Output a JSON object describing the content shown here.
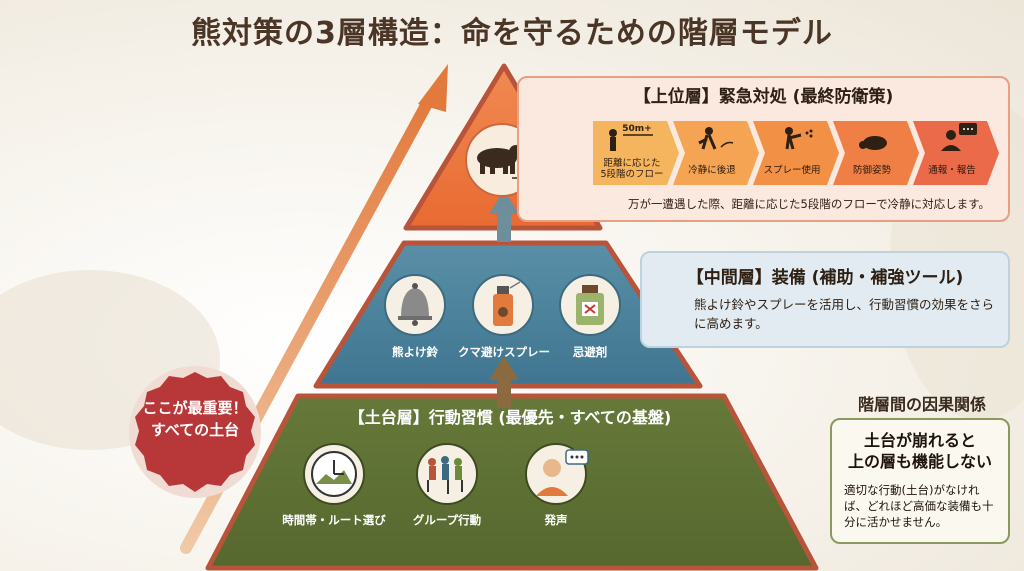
{
  "title": "熊対策の3層構造：命を守るための階層モデル",
  "top_tier": {
    "header": "【上位層】緊急対処 (最終防衛策)",
    "description": "万が一遭遇した際、距離に応じた5段階のフローで冷静に対応します。",
    "distance_label": "50m+",
    "steps": [
      {
        "label": "距離に応じた\n5段階のフロー",
        "icon": "person-distance-icon"
      },
      {
        "label": "冷静に後退",
        "icon": "walking-back-icon"
      },
      {
        "label": "スプレー使用",
        "icon": "spray-person-icon"
      },
      {
        "label": "防御姿勢",
        "icon": "crouch-icon"
      },
      {
        "label": "通報・報告",
        "icon": "report-speech-icon"
      }
    ]
  },
  "middle_tier": {
    "header": "【中間層】装備 (補助・補強ツール)",
    "description": "熊よけ鈴やスプレーを活用し、行動習慣の効果をさらに高めます。",
    "items": [
      {
        "label": "熊よけ鈴",
        "icon": "bell-icon"
      },
      {
        "label": "クマ避けスプレー",
        "icon": "spray-can-icon"
      },
      {
        "label": "忌避剤",
        "icon": "repellent-bottle-icon"
      }
    ]
  },
  "bottom_tier": {
    "header": "【土台層】行動習慣 (最優先・すべての基盤)",
    "items": [
      {
        "label": "時間帯・ルート選び",
        "icon": "clock-icon"
      },
      {
        "label": "グループ行動",
        "icon": "group-hikers-icon"
      },
      {
        "label": "発声",
        "icon": "speaking-person-icon"
      }
    ]
  },
  "seal": {
    "line1": "ここが最重要！",
    "line2": "すべての土台"
  },
  "causal": {
    "title": "階層間の因果関係",
    "main_line1": "土台が崩れると",
    "main_line2": "上の層も機能しない",
    "description": "適切な行動(土台)がなければ、どれほど高価な装備も十分に活かせません。"
  },
  "colors": {
    "top": "#ec7841",
    "middle": "#4a7f98",
    "bottom": "#5d6f32",
    "outline": "#b8543a",
    "seal": "#b8383a"
  }
}
